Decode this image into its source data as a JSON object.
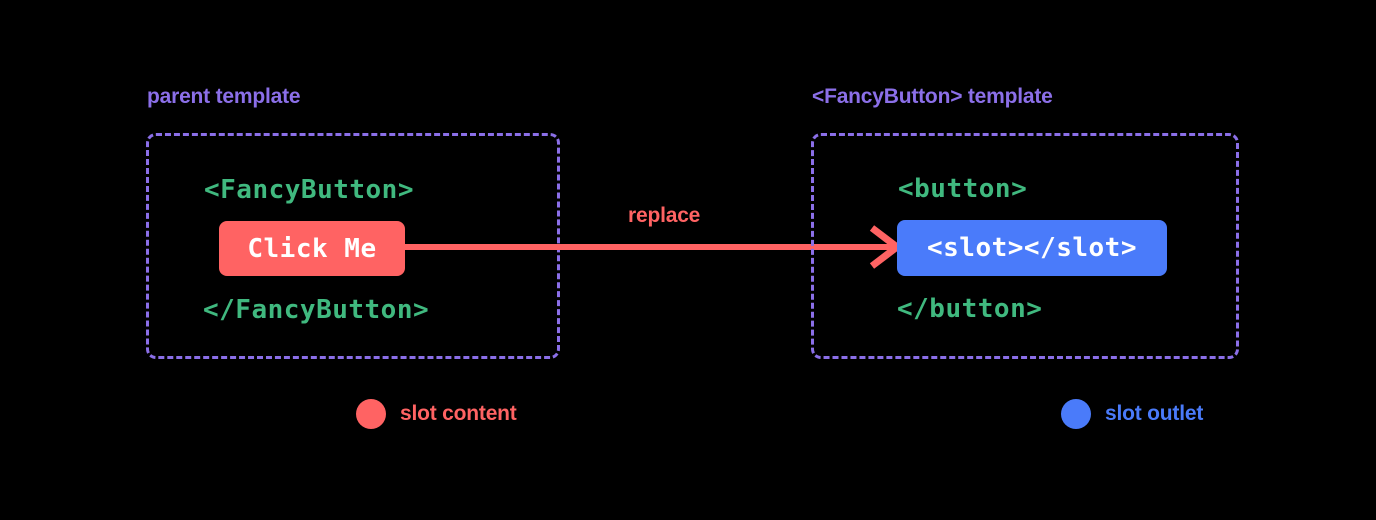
{
  "theme": {
    "background": "#000000",
    "accent_purple": "#8B6FE8",
    "accent_green": "#40B97F",
    "accent_red": "#FF6363",
    "accent_blue": "#4A7BFA",
    "text_on_chip": "#FFFFFF"
  },
  "panels": {
    "parent": {
      "title": "parent template",
      "code_open": "<FancyButton>",
      "chip_label": "Click Me",
      "code_close": "</FancyButton>"
    },
    "fancy": {
      "title": "<FancyButton> template",
      "code_open": "<button>",
      "chip_label": "<slot></slot>",
      "code_close": "</button>"
    }
  },
  "arrow": {
    "label": "replace",
    "direction": "left-to-right"
  },
  "legend": [
    {
      "label": "slot content",
      "color": "#FF6363",
      "marker": "filled-circle"
    },
    {
      "label": "slot outlet",
      "color": "#4A7BFA",
      "marker": "filled-circle"
    }
  ]
}
